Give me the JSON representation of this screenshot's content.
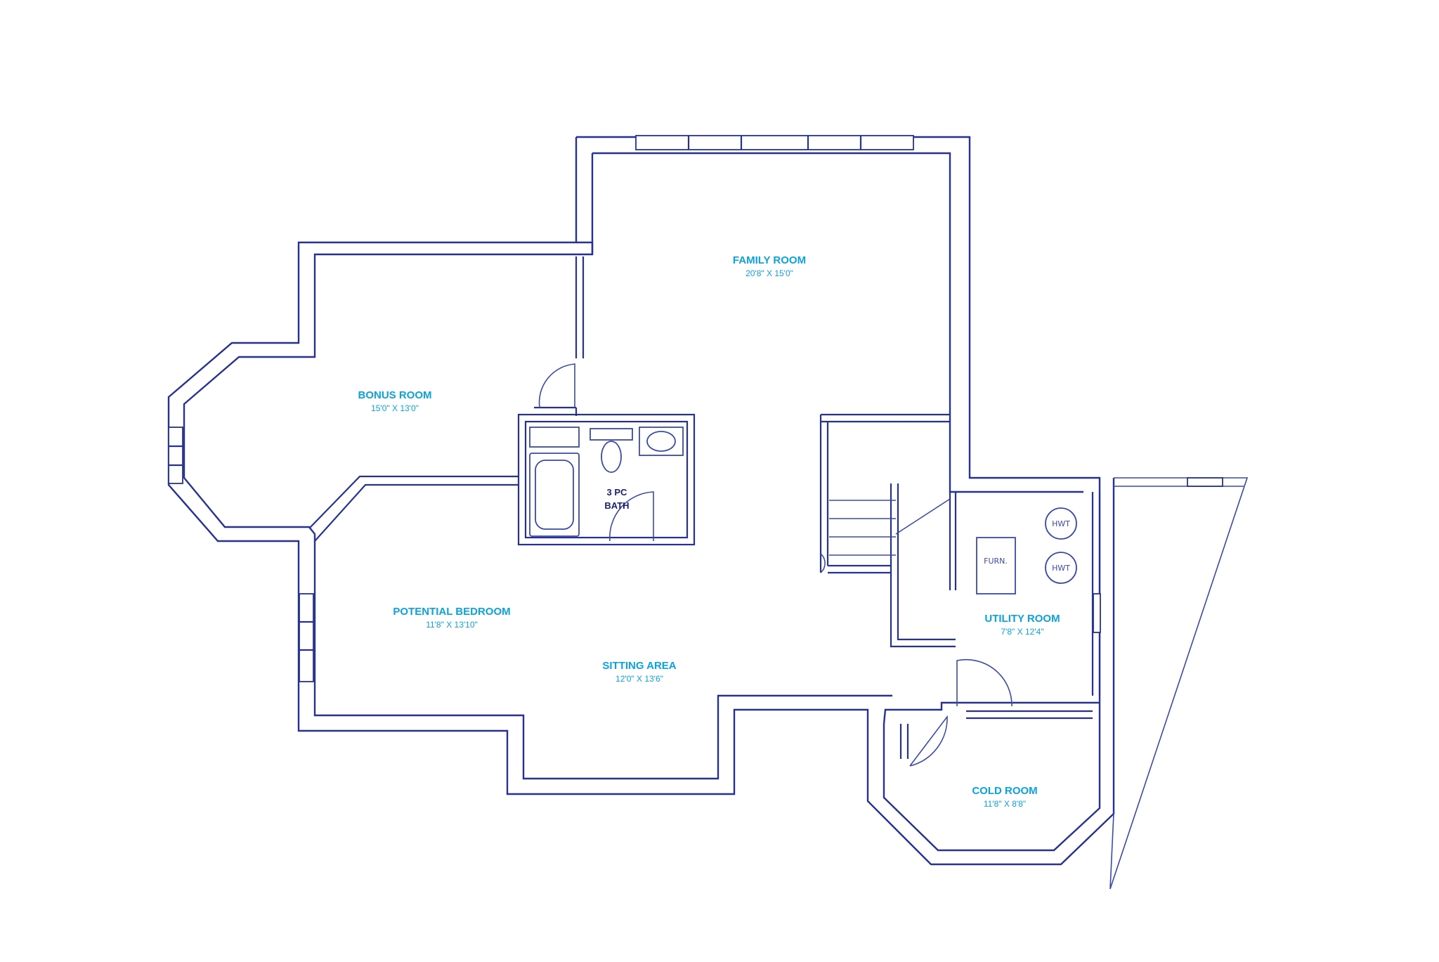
{
  "colors": {
    "wall": "#27318f",
    "label": "#0aa3de",
    "background": "#ffffff"
  },
  "rooms": {
    "family": {
      "name": "FAMILY ROOM",
      "dims": "20'8\" X 15'0\""
    },
    "bonus": {
      "name": "BONUS ROOM",
      "dims": "15'0\" X 13'0\""
    },
    "bedroom": {
      "name": "POTENTIAL BEDROOM",
      "dims": "11'8\" X 13'10\""
    },
    "sitting": {
      "name": "SITTING AREA",
      "dims": "12'0\" X 13'6\""
    },
    "utility": {
      "name": "UTILITY ROOM",
      "dims": "7'8\" X 12'4\""
    },
    "cold": {
      "name": "COLD ROOM",
      "dims": "11'8\" X 8'8\""
    }
  },
  "bath": {
    "line1": "3 PC",
    "line2": "BATH"
  },
  "fixtures": {
    "furnace": "FURN.",
    "hwt1": "HWT",
    "hwt2": "HWT"
  }
}
